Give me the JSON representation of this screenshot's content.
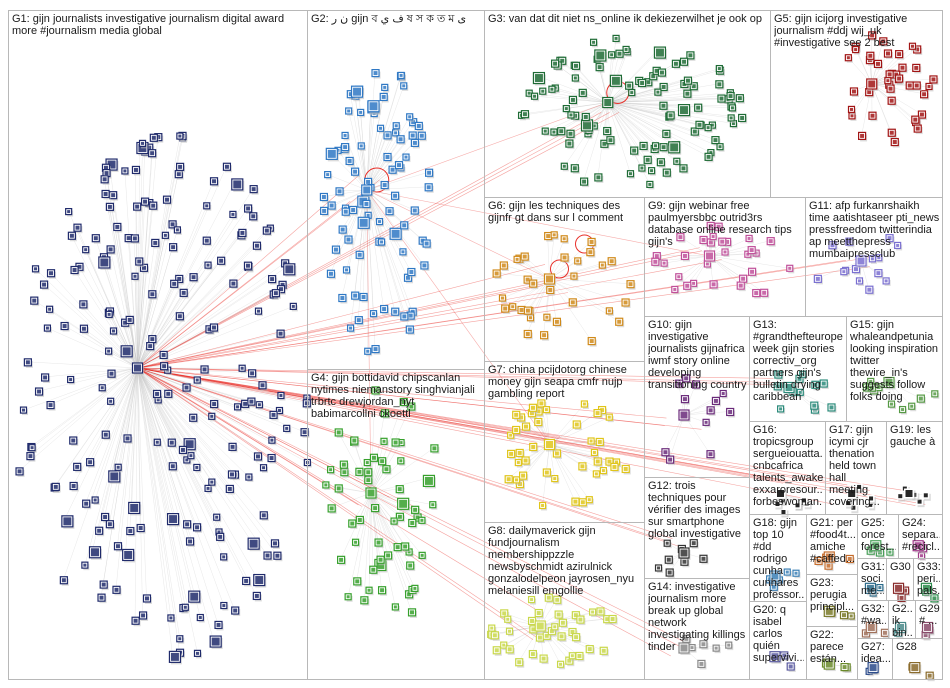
{
  "title": "",
  "colors": {
    "G1": "#1f2a6b",
    "G2": "#2f78c4",
    "G3": "#1e6b35",
    "G4": "#36a02c",
    "G5": "#a11414",
    "G6": "#d08a1a",
    "G7": "#e0c51a",
    "G8": "#c9d84a",
    "G9": "#c0509a",
    "G10": "#6a2a7a",
    "G11": "#7a6fd0",
    "G12": "#333333",
    "G13": "#2a8a7a",
    "G14": "#888888",
    "G15": "#559944",
    "edge": "#c8c8c8",
    "bridge": "#e8302a"
  },
  "groups": [
    {
      "id": "G1",
      "label": "G1: gijn journalists investigative journalism digital award more #journalism media global",
      "node_count": 260
    },
    {
      "id": "G2",
      "label": "G2: ن ر gijn ব ف ي ষ স ক ত ম ی",
      "node_count": 90
    },
    {
      "id": "G3",
      "label": "G3: van dat dit niet ns_online ik dekiezerwilhet je ook op",
      "node_count": 110
    },
    {
      "id": "G5",
      "label": "G5: gijn icijorg investigative journalism #ddj wij_uk #investigative see 2 best",
      "node_count": 40
    },
    {
      "id": "G6",
      "label": "G6: gijn les techniques des gijnfr gt dans sur l comment",
      "node_count": 35
    },
    {
      "id": "G9",
      "label": "G9: gijn webinar free paulmyersbbc outrid3rs database online research tips gijn's",
      "node_count": 30
    },
    {
      "id": "G11",
      "label": "G11: afp furkanrshaikh time aatishtaseer pti_news pressfreedom twitterindia ap meetthepress mumbaipressclub",
      "node_count": 14
    },
    {
      "id": "G4",
      "label": "G4: gijn bottidavid chipscanlan nytimes niemanstory singhvianjali trbrtc drewjordan_nyt babimarcollni ckoettl",
      "node_count": 60
    },
    {
      "id": "G7",
      "label": "G7: china pcijdotorg chinese money gijn seapa cmfr nujp gambling report",
      "node_count": 45
    },
    {
      "id": "G10",
      "label": "G10: gijn investigative journalists gijnafrica iwmf story online developing transitioning country",
      "node_count": 12
    },
    {
      "id": "G13",
      "label": "G13: #grandthefteurope week gijn stories correctiv_org partners gijn's bulletin drying caribbean",
      "node_count": 12
    },
    {
      "id": "G15",
      "label": "G15: gijn whaleandpetunia looking inspiration twitter thewire_in's suggests follow folks doing",
      "node_count": 10
    },
    {
      "id": "G12",
      "label": "G12: trois techniques pour vérifier des images sur smartphone global investigative",
      "node_count": 8
    },
    {
      "id": "G16",
      "label": "G16: tropicsgroup sergueiouatta... cnbcafrica talents_awake exxaroresour... forbeswoman...",
      "node_count": 8
    },
    {
      "id": "G17",
      "label": "G17: gijn icymi cjr thenation held town hall meeting covering...",
      "node_count": 6
    },
    {
      "id": "G19",
      "label": "G19: les gauche à",
      "node_count": 5
    },
    {
      "id": "G8",
      "label": "G8: dailymaverick gijn fundjournalism membershippzzle newsbyschmidt azirulnick gonzalodelpeon jayrosen_nyu melaniesill emgollie",
      "node_count": 40
    },
    {
      "id": "G14",
      "label": "G14: investigative journalism more break up global network investigating killings tinder",
      "node_count": 6
    },
    {
      "id": "G18",
      "label": "G18: gijn top 10 #dd rodrigo cunha cunhares professor...",
      "node_count": 5
    },
    {
      "id": "G21",
      "label": "G21: per #food4t... amiche #caffed...",
      "node_count": 4
    },
    {
      "id": "G25",
      "label": "G25: once forest...",
      "node_count": 3
    },
    {
      "id": "G24",
      "label": "G24: separa... #recicl...",
      "node_count": 3
    },
    {
      "id": "G23",
      "label": "G23: perugia principl...",
      "node_count": 3
    },
    {
      "id": "G31",
      "label": "G31: soci... me...",
      "node_count": 2
    },
    {
      "id": "G30",
      "label": "G30",
      "node_count": 2
    },
    {
      "id": "G33",
      "label": "G33: peri... pals...",
      "node_count": 2
    },
    {
      "id": "G20",
      "label": "G20: q isabel carlos quién supervivi...",
      "node_count": 3
    },
    {
      "id": "G32",
      "label": "G32: #wa...",
      "node_count": 2
    },
    {
      "id": "G26",
      "label": "G2... ik bin...",
      "node_count": 2
    },
    {
      "id": "G29",
      "label": "G29: # ...",
      "node_count": 2
    },
    {
      "id": "G22",
      "label": "G22: parece están...",
      "node_count": 3
    },
    {
      "id": "G27",
      "label": "G27: idea...",
      "node_count": 2
    },
    {
      "id": "G28",
      "label": "G28",
      "node_count": 2
    }
  ]
}
